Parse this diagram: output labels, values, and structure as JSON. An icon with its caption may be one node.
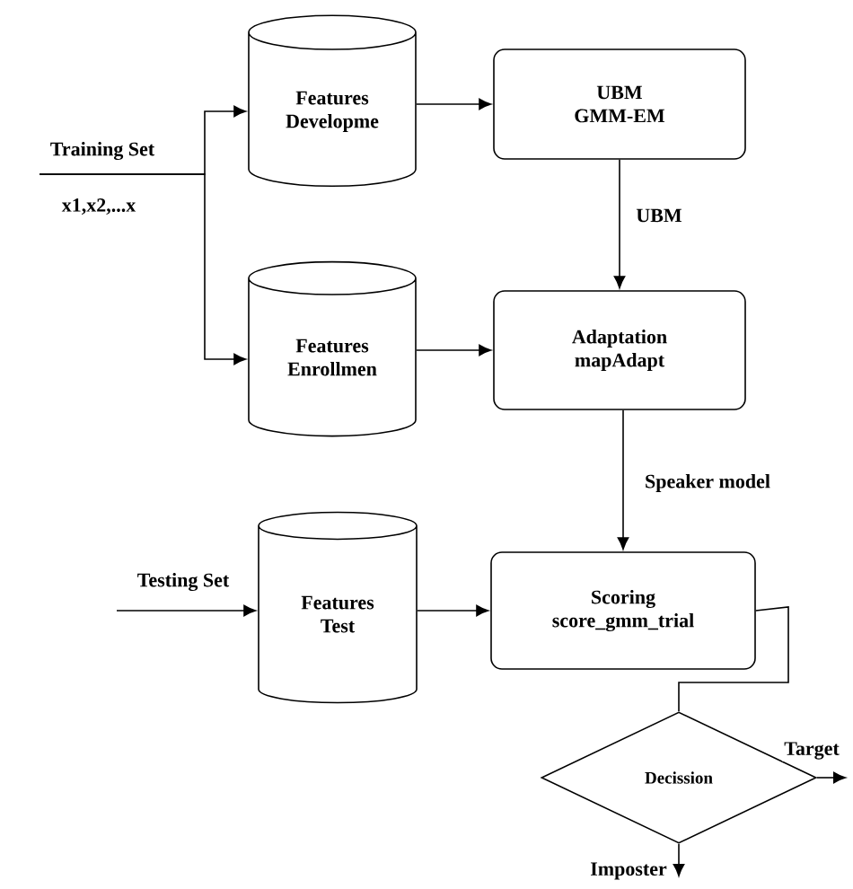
{
  "diagram": {
    "nodes": [
      {
        "text": [
          "Features",
          "Developme"
        ]
      },
      {
        "text": [
          "UBM",
          "GMM-EM"
        ]
      },
      {
        "text": [
          "Features",
          "Enrollmen"
        ]
      },
      {
        "text": [
          "Adaptation",
          "mapAdapt"
        ]
      },
      {
        "text": [
          "Features",
          "Test"
        ]
      },
      {
        "text": [
          "Scoring",
          "score_gmm_trial"
        ]
      },
      {
        "text": [
          "Decission"
        ]
      }
    ],
    "edges": [
      {
        "from": null,
        "to": 0,
        "arrow": "to"
      },
      {
        "from": null,
        "to": 2,
        "arrow": "to"
      },
      {
        "from": 0,
        "to": 1,
        "arrow": "to"
      },
      {
        "from": 1,
        "to": 3,
        "arrow": "to",
        "label": "UBM"
      },
      {
        "from": 2,
        "to": 3,
        "arrow": "to"
      },
      {
        "from": 3,
        "to": 5,
        "arrow": "to",
        "label": "Speaker model"
      },
      {
        "from": null,
        "to": 4,
        "arrow": "to",
        "label": "Testing Set"
      },
      {
        "from": 4,
        "to": 5,
        "arrow": "to"
      },
      {
        "from": 5,
        "to": 6,
        "arrow": "none"
      },
      {
        "from": 6,
        "to": null,
        "arrow": "to",
        "label": "Target"
      },
      {
        "from": 6,
        "to": null,
        "arrow": "to",
        "label": "Imposter"
      }
    ],
    "labels": [
      "Training Set",
      "x1,x2,...x"
    ]
  }
}
